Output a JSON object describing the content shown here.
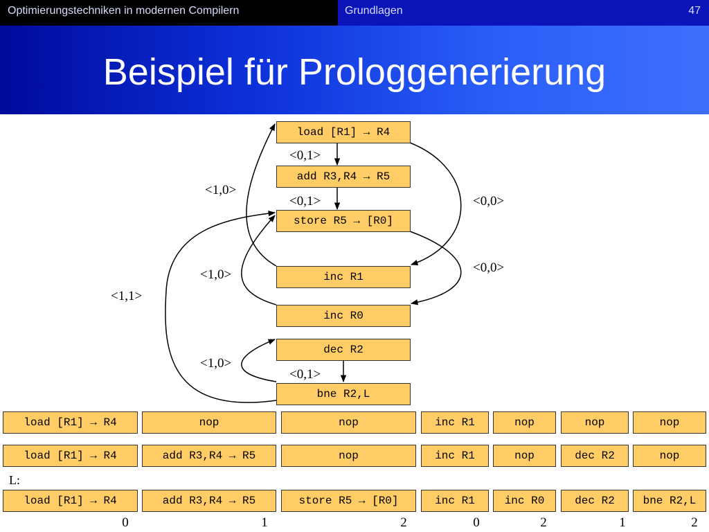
{
  "topbar": {
    "course": "Optimierungstechniken in modernen Compilern",
    "section": "Grundlagen",
    "page": "47"
  },
  "title": "Beispiel für Prologgenerierung",
  "graph": {
    "nodes": [
      "load [R1] → R4",
      "add R3,R4 → R5",
      "store R5 → [R0]",
      "inc R1",
      "inc R0",
      "dec R2",
      "bne R2,L"
    ],
    "edges": [
      {
        "from": "load [R1] → R4",
        "to": "add R3,R4 → R5",
        "label": "<0,1>"
      },
      {
        "from": "add R3,R4 → R5",
        "to": "store R5 → [R0]",
        "label": "<0,1>"
      },
      {
        "from": "inc R1",
        "to": "load [R1] → R4",
        "label": "<1,0>"
      },
      {
        "from": "load [R1] → R4",
        "to": "inc R1",
        "label": "<0,0>"
      },
      {
        "from": "store R5 → [R0]",
        "to": "inc R0",
        "label": "<0,0>"
      },
      {
        "from": "inc R0",
        "to": "store R5 → [R0]",
        "label": "<1,0>"
      },
      {
        "from": "bne R2,L",
        "to": "store R5 → [R0]",
        "label": "<1,1>"
      },
      {
        "from": "dec R2",
        "to": "bne R2,L",
        "label": "<0,1>"
      },
      {
        "from": "bne R2,L",
        "to": "dec R2",
        "label": "<1,0>"
      }
    ]
  },
  "schedule": {
    "rows": [
      {
        "prefix": "",
        "cells": [
          "load [R1] → R4",
          "nop",
          "nop",
          "inc R1",
          "nop",
          "nop",
          "nop"
        ]
      },
      {
        "prefix": "",
        "cells": [
          "load [R1] → R4",
          "add R3,R4 → R5",
          "nop",
          "inc R1",
          "nop",
          "dec R2",
          "nop"
        ]
      },
      {
        "prefix": "L:",
        "cells": [
          "load [R1] → R4",
          "add R3,R4 → R5",
          "store R5 → [R0]",
          "inc R1",
          "inc R0",
          "dec R2",
          "bne R2,L"
        ]
      }
    ],
    "iterations": [
      "0",
      "1",
      "2",
      "0",
      "2",
      "1",
      "2"
    ]
  }
}
